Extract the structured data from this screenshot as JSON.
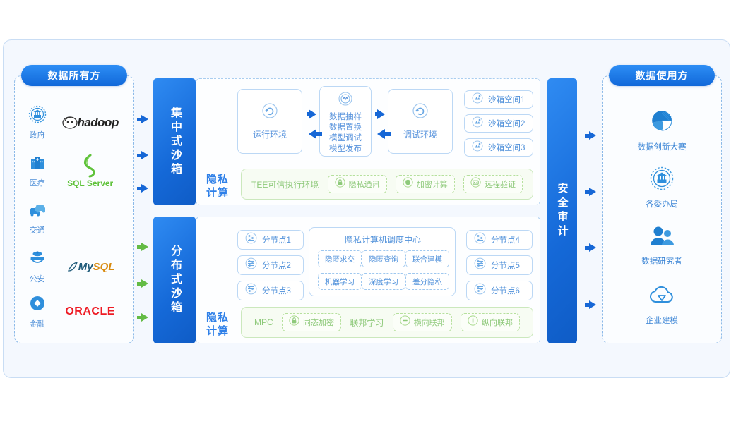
{
  "diagram": {
    "title_left": "数据所有方",
    "title_right": "数据使用方",
    "audit_bar": "安全审计"
  },
  "owners": {
    "categories": [
      {
        "label": "政府",
        "icon": "government-icon"
      },
      {
        "label": "医疗",
        "icon": "hospital-icon"
      },
      {
        "label": "交通",
        "icon": "traffic-icon"
      },
      {
        "label": "公安",
        "icon": "police-icon"
      },
      {
        "label": "金融",
        "icon": "finance-icon"
      }
    ],
    "datasources": [
      {
        "label": "hadoop",
        "icon": "hadoop-logo"
      },
      {
        "label": "SQL Server",
        "icon": "sqlserver-logo"
      },
      {
        "label": "MySQL",
        "icon": "mysql-logo"
      },
      {
        "label": "ORACLE",
        "icon": "oracle-logo"
      }
    ]
  },
  "users": {
    "items": [
      {
        "label": "数据创新大赛",
        "icon": "pie-chart-icon"
      },
      {
        "label": "各委办局",
        "icon": "government-icon"
      },
      {
        "label": "数据研究者",
        "icon": "people-icon"
      },
      {
        "label": "企业建模",
        "icon": "cloud-icon"
      }
    ]
  },
  "central_sandbox": {
    "bar_label": "集中式沙箱",
    "runtime_env": {
      "label": "运行环境",
      "icon": "refresh-circle-icon"
    },
    "middle_ops": {
      "icon": "wave-circle-icon",
      "lines": [
        "数据抽样",
        "数据置换",
        "模型调试",
        "模型发布"
      ]
    },
    "debug_env": {
      "label": "调试环境",
      "icon": "refresh-circle-icon"
    },
    "spaces": [
      {
        "label": "沙箱空间1",
        "icon": "sandbox-icon"
      },
      {
        "label": "沙箱空间2",
        "icon": "sandbox-icon"
      },
      {
        "label": "沙箱空间3",
        "icon": "sandbox-icon"
      }
    ],
    "privacy": {
      "label": "隐私计算",
      "plain_items": [
        "TEE可信执行环境"
      ],
      "chips": [
        {
          "label": "隐私通讯",
          "icon": "lock-icon"
        },
        {
          "label": "加密计算",
          "icon": "shield-icon"
        },
        {
          "label": "远程验证",
          "icon": "terminal-icon"
        }
      ]
    }
  },
  "distributed_sandbox": {
    "bar_label": "分布式沙箱",
    "nodes_left": [
      {
        "label": "分节点1",
        "icon": "node-icon"
      },
      {
        "label": "分节点2",
        "icon": "node-icon"
      },
      {
        "label": "分节点3",
        "icon": "node-icon"
      }
    ],
    "nodes_right": [
      {
        "label": "分节点4",
        "icon": "node-icon"
      },
      {
        "label": "分节点5",
        "icon": "node-icon"
      },
      {
        "label": "分节点6",
        "icon": "node-icon"
      }
    ],
    "hub": {
      "title": "隐私计算机调度中心",
      "tags": [
        "隐匿求交",
        "隐匿查询",
        "联合建模",
        "机器学习",
        "深度学习",
        "差分隐私"
      ]
    },
    "privacy": {
      "label": "隐私计算",
      "plain_1": "MPC",
      "plain_2": "联邦学习",
      "chip_1": {
        "label": "同态加密",
        "icon": "lock-icon"
      },
      "chip_2": {
        "label": "横向联邦",
        "icon": "horizontal-icon"
      },
      "chip_3": {
        "label": "纵向联邦",
        "icon": "vertical-icon"
      }
    }
  },
  "colors": {
    "brand_blue": "#1668d8",
    "light_blue": "#4f90da",
    "green": "#8ec97a",
    "arrow_green": "#63bb45",
    "panel_bg": "#f4f8fe"
  }
}
